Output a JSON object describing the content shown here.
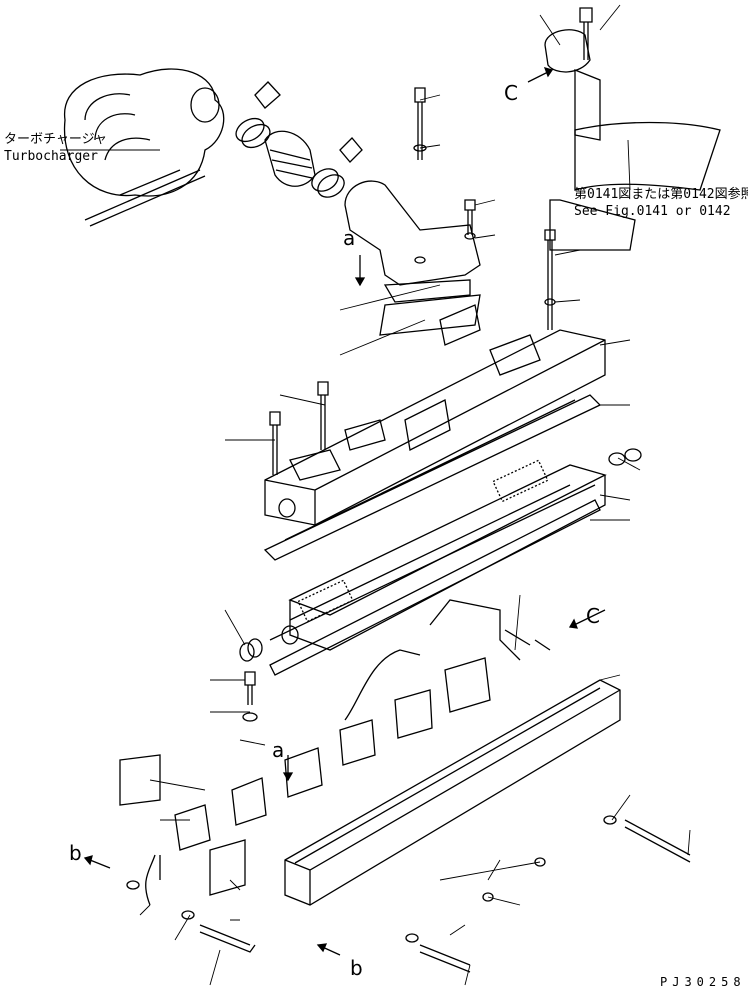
{
  "diagram": {
    "turbocharger_label_jp": "ターボチャージャ",
    "turbocharger_label_en": "Turbocharger",
    "reference_label_jp": "第0141図または第0142図参照",
    "reference_label_en": "See Fig.0141 or 0142",
    "view_markers": {
      "c_top": "C",
      "c_right": "C",
      "a_top": "a",
      "a_mid": "a",
      "b_left": "b",
      "b_bottom": "b"
    },
    "drawing_code": "PJ30258"
  }
}
